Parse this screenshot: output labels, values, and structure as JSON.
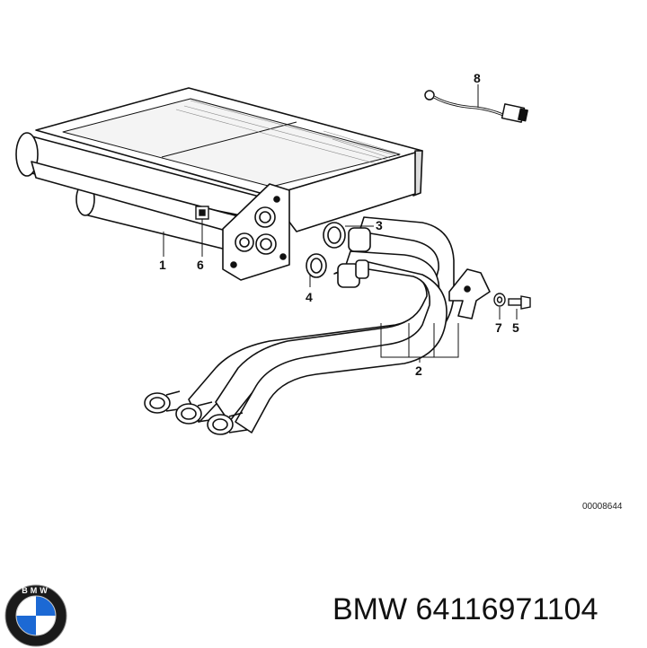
{
  "callouts": {
    "c1": "1",
    "c2": "2",
    "c3": "3",
    "c4": "4",
    "c5": "5",
    "c6": "6",
    "c7": "7",
    "c8": "8"
  },
  "reference_code": "00008644",
  "part_number": "BMW 64116971104",
  "logo": {
    "icon": "bmw-roundel-logo",
    "text": "BMW",
    "colors": {
      "blue": "#1c69d4",
      "ring": "#1a1a1a",
      "white": "#ffffff"
    }
  }
}
